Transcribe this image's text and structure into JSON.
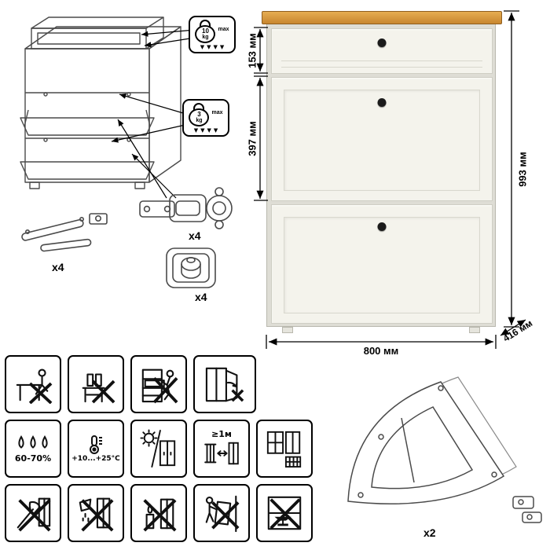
{
  "badges": {
    "drawer": {
      "weight": "10",
      "unit": "kg",
      "max": "max",
      "arrows": "▼▼▼▼"
    },
    "flap": {
      "weight": "3",
      "unit": "kg",
      "max": "max",
      "arrows": "▼▼▼▼"
    }
  },
  "hardware": {
    "lid_stay": {
      "qty": "x4"
    },
    "hinge": {
      "qty": "x4"
    },
    "knob": {
      "qty": "x4"
    }
  },
  "dimensions": {
    "drawer_height": "153 мм",
    "flap_height": "397 мм",
    "total_height": "993 мм",
    "width": "800 мм",
    "depth": "416 мм"
  },
  "pictograms": {
    "humidity": "60-70%",
    "temperature": "+10...+25°C",
    "distance": "≥1м"
  },
  "mechanism": {
    "qty": "x2"
  },
  "colors": {
    "wood_top": "#c8862f",
    "cabinet_body": "#f4f3ec",
    "knob": "#1b1b1b"
  }
}
